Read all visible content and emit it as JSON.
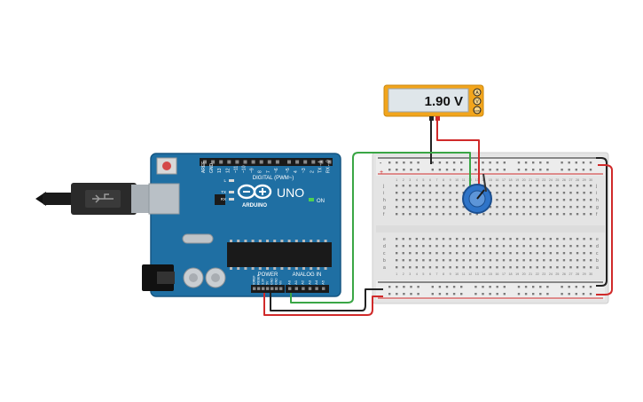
{
  "multimeter": {
    "reading": "1.90 V",
    "terminals": [
      "A",
      "V",
      "COM"
    ],
    "body_color": "#f2a51c",
    "screen_color": "#dfe6ea"
  },
  "arduino": {
    "brand": "ARDUINO",
    "model": "UNO",
    "on_label": "ON",
    "led_labels": [
      "L",
      "TX",
      "RX"
    ],
    "digital_header_label": "DIGITAL (PWM~)",
    "digital_pins": [
      "AREF",
      "GND",
      "13",
      "12",
      "~11",
      "~10",
      "~9",
      "8",
      "7",
      "~6",
      "~5",
      "4",
      "~3",
      "2",
      "TX→1",
      "RX←0"
    ],
    "power_header_label": "POWER",
    "power_pins": [
      "IOREF",
      "RESET",
      "3.3V",
      "5V",
      "GND",
      "GND",
      "Vin"
    ],
    "analog_header_label": "ANALOG IN",
    "analog_pins": [
      "A0",
      "A1",
      "A2",
      "A3",
      "A4",
      "A5"
    ],
    "board_color": "#1f6fa3"
  },
  "breadboard": {
    "row_letters_top": [
      "j",
      "i",
      "h",
      "g",
      "f"
    ],
    "row_letters_bottom": [
      "e",
      "d",
      "c",
      "b",
      "a"
    ],
    "column_numbers": [
      "1",
      "2",
      "3",
      "4",
      "5",
      "6",
      "7",
      "8",
      "9",
      "10",
      "11",
      "12",
      "13",
      "14",
      "15",
      "16",
      "17",
      "18",
      "19",
      "20",
      "21",
      "22",
      "23",
      "24",
      "25",
      "26",
      "27",
      "28",
      "29",
      "30"
    ],
    "rail_plus": "+",
    "rail_minus": "-"
  },
  "potentiometer": {
    "color": "#2f74c8"
  },
  "wires": {
    "red": "#d02a2a",
    "black": "#222222",
    "green": "#3aa645"
  }
}
